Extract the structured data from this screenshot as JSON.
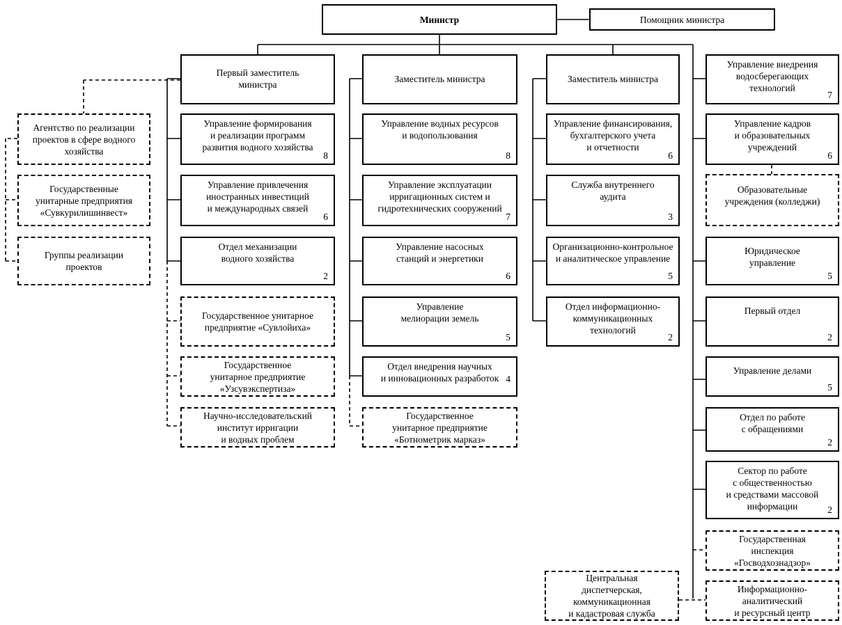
{
  "minister": "Министр",
  "assistant": "Помощник министра",
  "first_deputy": {
    "title": "Первый заместитель\nминистра",
    "units": [
      {
        "name": "Управление формирования\nи реализации программ\nразвития водного хозяйства",
        "staff": "8"
      },
      {
        "name": "Управление привлечения\nиностранных инвестиций\nи международных связей",
        "staff": "6"
      },
      {
        "name": "Отдел механизации\nводного хозяйства",
        "staff": "2"
      }
    ],
    "subordinate": [
      "Государственное унитарное\nпредприятие «Сувлойиха»",
      "Государственное\nунитарное предприятие\n«Узсувэкспертиза»",
      "Научно-исследовательский\nинститут ирригации\nи водных проблем"
    ],
    "left_subordinate": [
      "Агентство по реализации\nпроектов в сфере водного\nхозяйства",
      "Государственные\nунитарные предприятия\n«Сувкурилишинвест»",
      "Группы реализации\nпроектов"
    ]
  },
  "deputy1": {
    "title": "Заместитель министра",
    "units": [
      {
        "name": "Управление водных ресурсов\nи водопользования",
        "staff": "8"
      },
      {
        "name": "Управление эксплуатации\nирригационных систем и\nгидротехнических сооружений",
        "staff": "7"
      },
      {
        "name": "Управление насосных\nстанций и энергетики",
        "staff": "6"
      },
      {
        "name": "Управление\nмелиорации земель",
        "staff": "5"
      },
      {
        "name": "Отдел внедрения научных\nи инновационных разработок",
        "staff": "4"
      }
    ],
    "subordinate": [
      "Государственное\nунитарное предприятие\n«Ботнометрик марказ»"
    ]
  },
  "deputy2": {
    "title": "Заместитель министра",
    "units": [
      {
        "name": "Управление финансирования,\nбухгалтерского учета\nи отчетности",
        "staff": "6"
      },
      {
        "name": "Служба внутреннего\nаудита",
        "staff": "3"
      },
      {
        "name": "Организационно-контрольное\nи аналитическое управление",
        "staff": "5"
      },
      {
        "name": "Отдел информационно-\nкоммуникационных\nтехнологий",
        "staff": "2"
      }
    ]
  },
  "direct": {
    "units": [
      {
        "name": "Управление внедрения\nводосберегающих\nтехнологий",
        "staff": "7"
      },
      {
        "name": "Управление кадров\nи образовательных\nучреждений",
        "staff": "6"
      },
      {
        "name": "Юридическое\nуправление",
        "staff": "5"
      },
      {
        "name": "Первый отдел",
        "staff": "2"
      },
      {
        "name": "Управление делами",
        "staff": "5"
      },
      {
        "name": "Отдел по работе\nс обращениями",
        "staff": "2"
      },
      {
        "name": "Сектор по работе\nс общественностью\nи средствами массовой\nинформации",
        "staff": "2"
      }
    ],
    "education": "Образовательные\nучреждения (колледжи)",
    "inspection": "Государственная\nинспекция\n«Госводхознадзор»",
    "info_center": "Информационно-\nаналитический\nи ресурсный центр",
    "dispatch": "Центральная\nдиспетчерская,\nкоммуникационная\nи кадастровая служба"
  }
}
